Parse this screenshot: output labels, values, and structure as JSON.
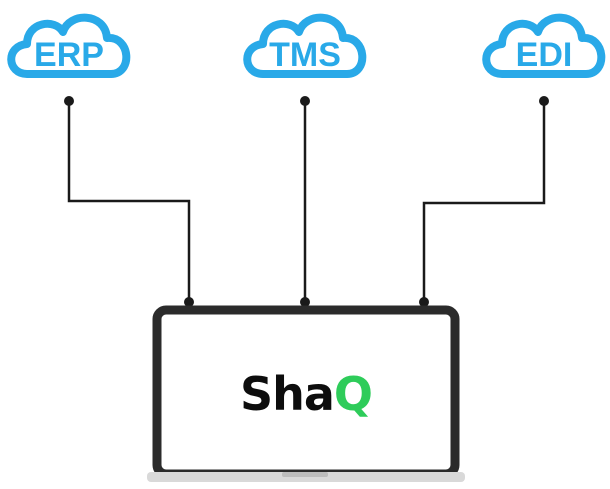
{
  "diagram": {
    "clouds": [
      {
        "label": "ERP"
      },
      {
        "label": "TMS"
      },
      {
        "label": "EDI"
      }
    ],
    "laptop": {
      "logo_main": "Sha",
      "logo_accent": "Q"
    }
  },
  "colors": {
    "cloud_stroke": "#29a9e8",
    "cloud_text": "#29a9e8",
    "connector": "#1a1a1a",
    "logo_main": "#0d0d0d",
    "logo_accent": "#2ecc5a",
    "laptop_frame": "#2b2b2b",
    "laptop_base": "#d9d9d9"
  }
}
